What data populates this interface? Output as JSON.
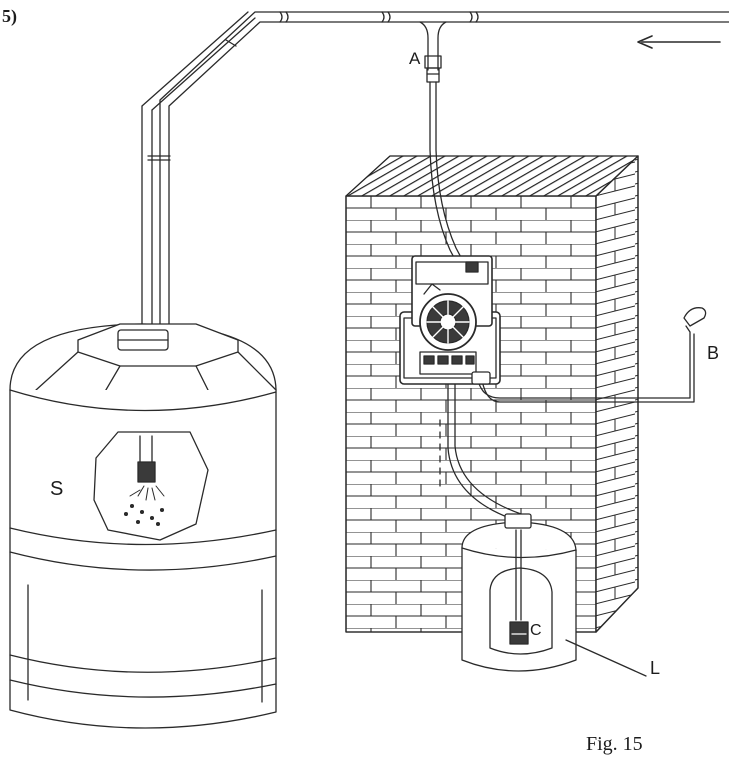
{
  "step_label": "5)",
  "figure_caption": "Fig. 15",
  "labels": {
    "a": "A",
    "b": "B",
    "c": "C",
    "s": "S",
    "l": "L"
  },
  "colors": {
    "line": "#2a2a2a",
    "background": "#ffffff",
    "pump_dark": "#3a3a3a"
  },
  "icons": {
    "flow_direction": "arrow-left-icon",
    "spray": "spray-nozzle-icon",
    "probe": "level-probe-icon"
  }
}
